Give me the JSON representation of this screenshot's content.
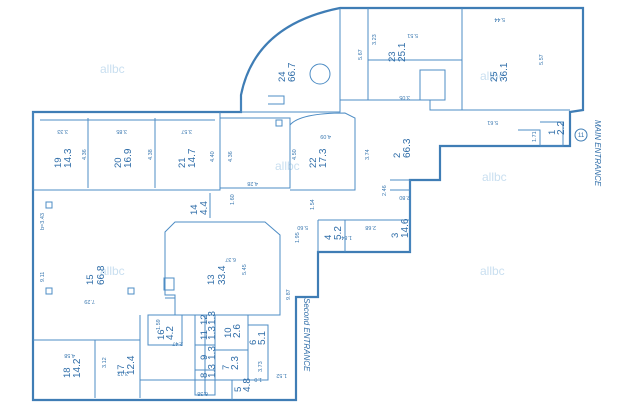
{
  "watermark": "allbc",
  "rooms": [
    {
      "num": "1",
      "area": "2.2"
    },
    {
      "num": "2",
      "area": "66.3"
    },
    {
      "num": "3",
      "area": "14.6"
    },
    {
      "num": "4",
      "area": "5.2"
    },
    {
      "num": "5",
      "area": "4.8"
    },
    {
      "num": "6",
      "area": "5.1"
    },
    {
      "num": "7",
      "area": "2.3"
    },
    {
      "num": "8",
      "area": "1.3"
    },
    {
      "num": "9",
      "area": "1.3"
    },
    {
      "num": "10",
      "area": "2.6"
    },
    {
      "num": "11",
      "area": "1.3"
    },
    {
      "num": "12",
      "area": "1.3"
    },
    {
      "num": "13",
      "area": "33.4"
    },
    {
      "num": "14",
      "area": "4.4"
    },
    {
      "num": "15",
      "area": "66.8"
    },
    {
      "num": "16",
      "area": "4.2"
    },
    {
      "num": "17",
      "area": "12.4"
    },
    {
      "num": "18",
      "area": "14.2"
    },
    {
      "num": "19",
      "area": "14.3"
    },
    {
      "num": "20",
      "area": "16.9"
    },
    {
      "num": "21",
      "area": "14.7"
    },
    {
      "num": "22",
      "area": "17.3"
    },
    {
      "num": "23",
      "area": "25.1"
    },
    {
      "num": "24",
      "area": "66.7"
    },
    {
      "num": "25",
      "area": "36.1"
    }
  ],
  "dimensions": [
    "5.44",
    "5.51",
    "3.23",
    "5.67",
    "5.57",
    "3.05",
    "5.61",
    "3.33",
    "3.85",
    "3.57",
    "4.09",
    "4.36",
    "4.38",
    "4.40",
    "4.36",
    "4.28",
    "4.50",
    "3.74",
    "1.71",
    "2.46",
    "2.80",
    "1.54",
    "2.68",
    "1.84",
    "1.95",
    "5.60",
    "b=3.43",
    "1.60",
    "6.37",
    "5.45",
    "9.11",
    "7.29",
    "9.87",
    "2.47",
    "1.59",
    "4.58",
    "3.12",
    "3.12",
    "3.73",
    "1.52",
    "6.38",
    "1.0"
  ],
  "labels": {
    "main_entrance": "MAIN ENTRANCE",
    "second_entrance": "Second ENTRANCE",
    "marker": "11"
  }
}
